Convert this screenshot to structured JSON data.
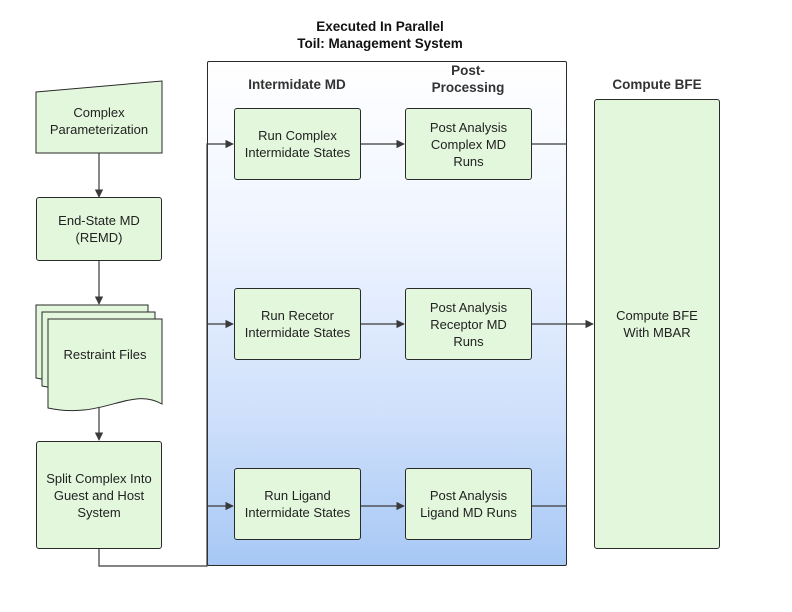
{
  "header": {
    "line1": "Executed In Parallel",
    "line2": "Toil: Management System"
  },
  "columns": {
    "intermediate_md": "Intermidate MD",
    "post_processing": "Post-\nProcessing",
    "compute_bfe": "Compute BFE"
  },
  "left_flow": {
    "parameterization": "Complex\nParameterization",
    "end_state": "End-State MD\n(REMD)",
    "restraint": "Restraint Files",
    "split": "Split Complex Into\nGuest and Host\nSystem"
  },
  "intermediate": {
    "complex": "Run Complex\nIntermidate States",
    "receptor": "Run Recetor\nIntermidate States",
    "ligand": "Run Ligand\nIntermidate States"
  },
  "post": {
    "complex": "Post Analysis\nComplex MD\nRuns",
    "receptor": "Post Analysis\nReceptor MD\nRuns",
    "ligand": "Post Analysis\nLigand MD Runs"
  },
  "bfe": {
    "label": "Compute BFE\nWith MBAR"
  },
  "colors": {
    "box_fill": "#e3f7dc",
    "stroke": "#2a2a2a",
    "gradient_bottom": "#a7c8f5"
  }
}
